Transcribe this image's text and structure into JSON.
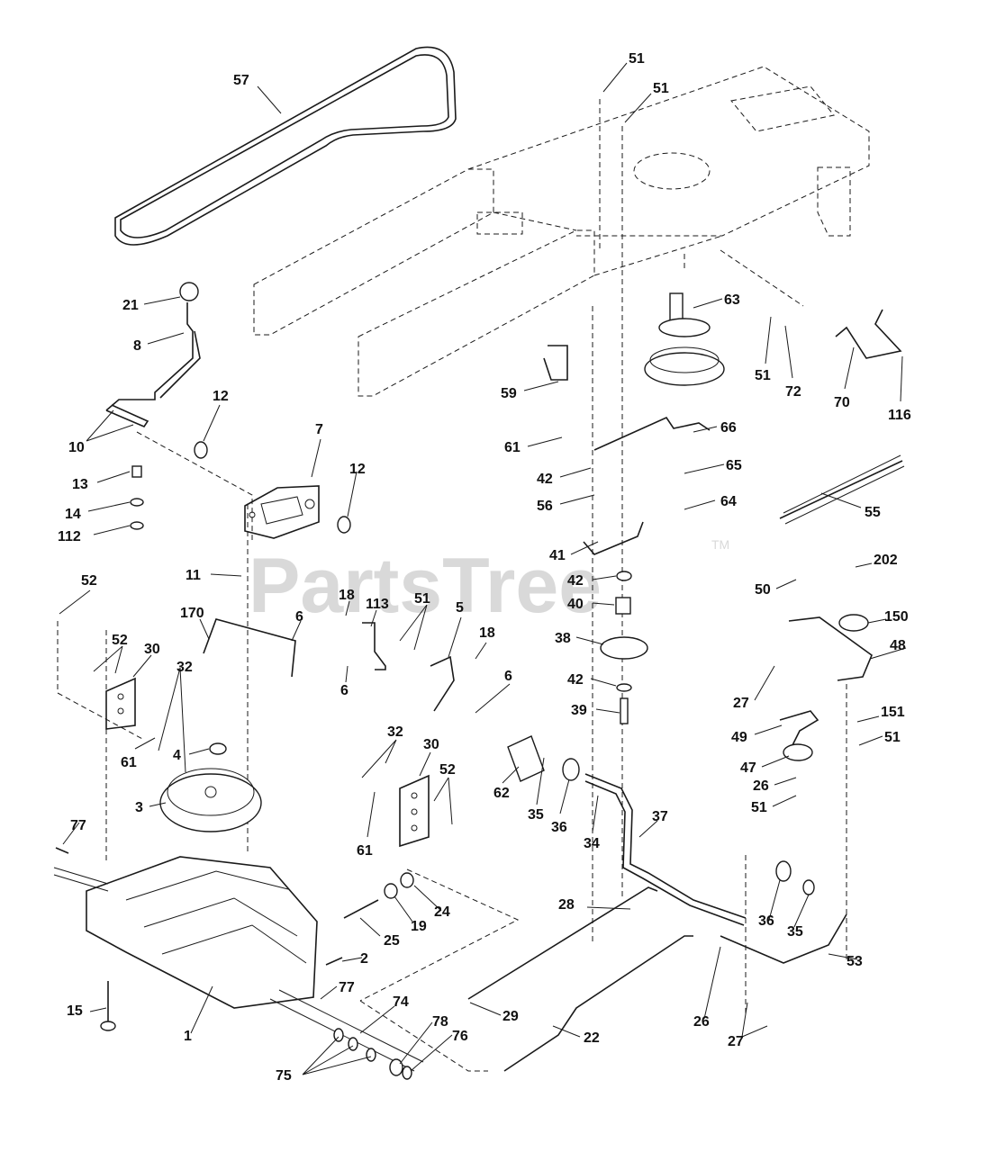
{
  "watermark": "PartsTree",
  "trademark": "TM",
  "callouts": [
    "57",
    "51",
    "51",
    "63",
    "21",
    "8",
    "10",
    "12",
    "7",
    "12",
    "13",
    "14",
    "112",
    "11",
    "59",
    "61",
    "42",
    "56",
    "66",
    "65",
    "64",
    "51",
    "72",
    "70",
    "116",
    "55",
    "41",
    "42",
    "40",
    "38",
    "42",
    "39",
    "52",
    "52",
    "30",
    "32",
    "61",
    "170",
    "6",
    "18",
    "113",
    "51",
    "5",
    "18",
    "6",
    "6",
    "4",
    "3",
    "32",
    "30",
    "52",
    "61",
    "62",
    "35",
    "36",
    "34",
    "37",
    "202",
    "50",
    "150",
    "48",
    "27",
    "49",
    "151",
    "51",
    "47",
    "26",
    "51",
    "77",
    "24",
    "19",
    "25",
    "2",
    "28",
    "36",
    "35",
    "53",
    "77",
    "15",
    "1",
    "74",
    "75",
    "78",
    "76",
    "29",
    "22",
    "26",
    "27"
  ]
}
